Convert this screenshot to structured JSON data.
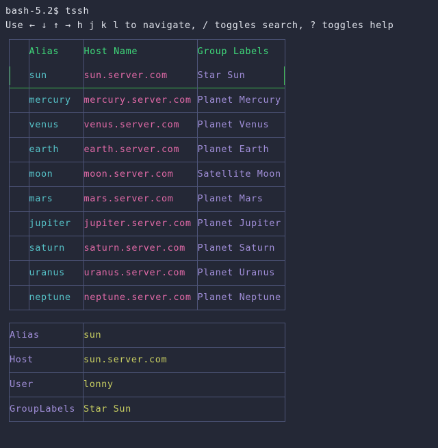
{
  "terminal": {
    "prompt_line": "bash-5.2$ tssh",
    "help_line": "Use ← ↓ ↑ → h j k l to navigate, / toggles search, ? toggles help"
  },
  "colors": {
    "background": "#242836",
    "border": "#4d5478",
    "header_text": "#3fd97a",
    "selection": "#3fb950",
    "alias_text": "#56c2c8",
    "host_text": "#e26aa8",
    "group_text": "#a08ed8",
    "detail_label": "#a08ed8",
    "detail_value": "#c9cf62",
    "terminal_text": "#dfe2ea"
  },
  "server_table": {
    "columns": [
      "",
      "Alias",
      "Host Name",
      "Group Labels"
    ],
    "selected_index": 0,
    "rows": [
      {
        "alias": "sun",
        "host": "sun.server.com",
        "group": "Star Sun",
        "selected": true
      },
      {
        "alias": "mercury",
        "host": "mercury.server.com",
        "group": "Planet Mercury",
        "selected": false
      },
      {
        "alias": "venus",
        "host": "venus.server.com",
        "group": "Planet Venus",
        "selected": false
      },
      {
        "alias": "earth",
        "host": "earth.server.com",
        "group": "Planet Earth",
        "selected": false
      },
      {
        "alias": "moon",
        "host": "moon.server.com",
        "group": "Satellite Moon",
        "selected": false
      },
      {
        "alias": "mars",
        "host": "mars.server.com",
        "group": "Planet Mars",
        "selected": false
      },
      {
        "alias": "jupiter",
        "host": "jupiter.server.com",
        "group": "Planet Jupiter",
        "selected": false
      },
      {
        "alias": "saturn",
        "host": "saturn.server.com",
        "group": "Planet Saturn",
        "selected": false
      },
      {
        "alias": "uranus",
        "host": "uranus.server.com",
        "group": "Planet Uranus",
        "selected": false
      },
      {
        "alias": "neptune",
        "host": "neptune.server.com",
        "group": "Planet Neptune",
        "selected": false
      }
    ]
  },
  "detail_panel": {
    "fields": [
      {
        "label": "Alias",
        "value": "sun"
      },
      {
        "label": "Host",
        "value": "sun.server.com"
      },
      {
        "label": "User",
        "value": "lonny"
      },
      {
        "label": "GroupLabels",
        "value": "Star Sun"
      }
    ]
  }
}
